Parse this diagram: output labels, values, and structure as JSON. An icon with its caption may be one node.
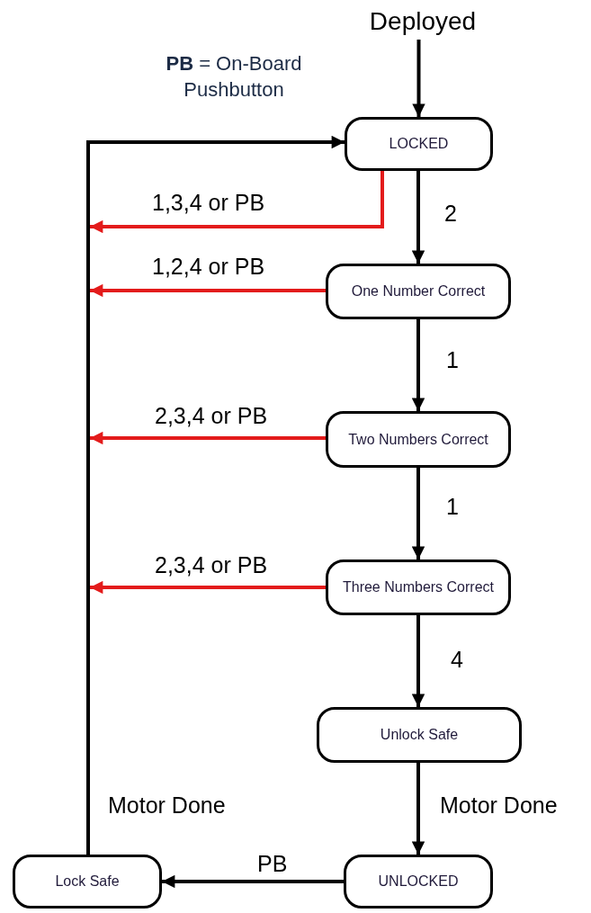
{
  "diagram": {
    "nodes": [
      {
        "text": [
          "Deployed"
        ]
      },
      {
        "text": [
          "LOCKED"
        ]
      },
      {
        "text": [
          "One Number Correct"
        ]
      },
      {
        "text": [
          "Two Numbers Correct"
        ]
      },
      {
        "text": [
          "Three Numbers Correct"
        ]
      },
      {
        "text": [
          "Unlock Safe"
        ]
      },
      {
        "text": [
          "UNLOCKED"
        ]
      },
      {
        "text": [
          "Lock Safe"
        ]
      }
    ],
    "edges": [
      {
        "from": 0,
        "to": 1,
        "arrow": "to"
      },
      {
        "from": 1,
        "to": 2,
        "arrow": "to",
        "label": "2"
      },
      {
        "from": 2,
        "to": 3,
        "arrow": "to",
        "label": "1"
      },
      {
        "from": 3,
        "to": 4,
        "arrow": "to",
        "label": "1"
      },
      {
        "from": 4,
        "to": 5,
        "arrow": "to",
        "label": "4"
      },
      {
        "from": 5,
        "to": 6,
        "arrow": "to",
        "label": "Motor Done"
      },
      {
        "from": 6,
        "to": 7,
        "arrow": "to",
        "label": "PB"
      },
      {
        "from": 7,
        "to": 1,
        "arrow": "to",
        "label": "Motor Done"
      },
      {
        "from": 1,
        "to": null,
        "arrow": "to",
        "label": "1,3,4 or PB",
        "color": "#e31b1b"
      },
      {
        "from": 2,
        "to": null,
        "arrow": "to",
        "label": "1,2,4 or PB",
        "color": "#e31b1b"
      },
      {
        "from": 3,
        "to": null,
        "arrow": "to",
        "label": "2,3,4 or PB",
        "color": "#e31b1b"
      },
      {
        "from": 4,
        "to": null,
        "arrow": "to",
        "label": "2,3,4 or PB",
        "color": "#e31b1b"
      }
    ],
    "labels": [
      "**PB** = On-Board Pushbutton"
    ]
  }
}
